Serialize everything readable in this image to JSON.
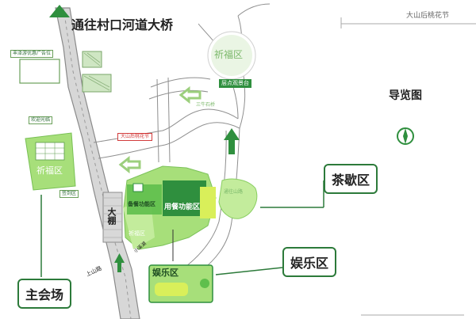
{
  "header": {
    "event_title": "大山后桃花节",
    "road_label": "通往村口河道大桥"
  },
  "legend": {
    "guide_map_title": "导览图"
  },
  "zones": {
    "prayer": "祈福区",
    "prayer_viewing_platform": "层点观景台",
    "catering_service": "备餐功能区",
    "dining": "用餐功能区",
    "tea_break": "茶歇区",
    "entertainment": "娱乐区",
    "main_venue": "主会场",
    "tent": "大棚",
    "blessing_sub": "祈福区",
    "check_in": "签到区"
  },
  "labels": {
    "sponsor_ad": "丰泽游优惠广告位",
    "shop_sign": "大山后桃花节",
    "welcome": "欢迎光临",
    "mountain_road": "上山路",
    "small_stream": "小溪湖",
    "path_right": "通往山路",
    "bridge_area": "三牛石桥"
  },
  "colors": {
    "primary_green": "#2c7a3a",
    "light_green": "#a7df7a",
    "dark_green": "#2f8f3e",
    "lime": "#d9ef5a",
    "road_gray": "#cfcfcf",
    "tag_red": "#d23b3b"
  },
  "icons": {
    "compass": "compass-icon",
    "up_arrow": "arrow-up-icon",
    "left_arrow": "arrow-left-icon"
  }
}
